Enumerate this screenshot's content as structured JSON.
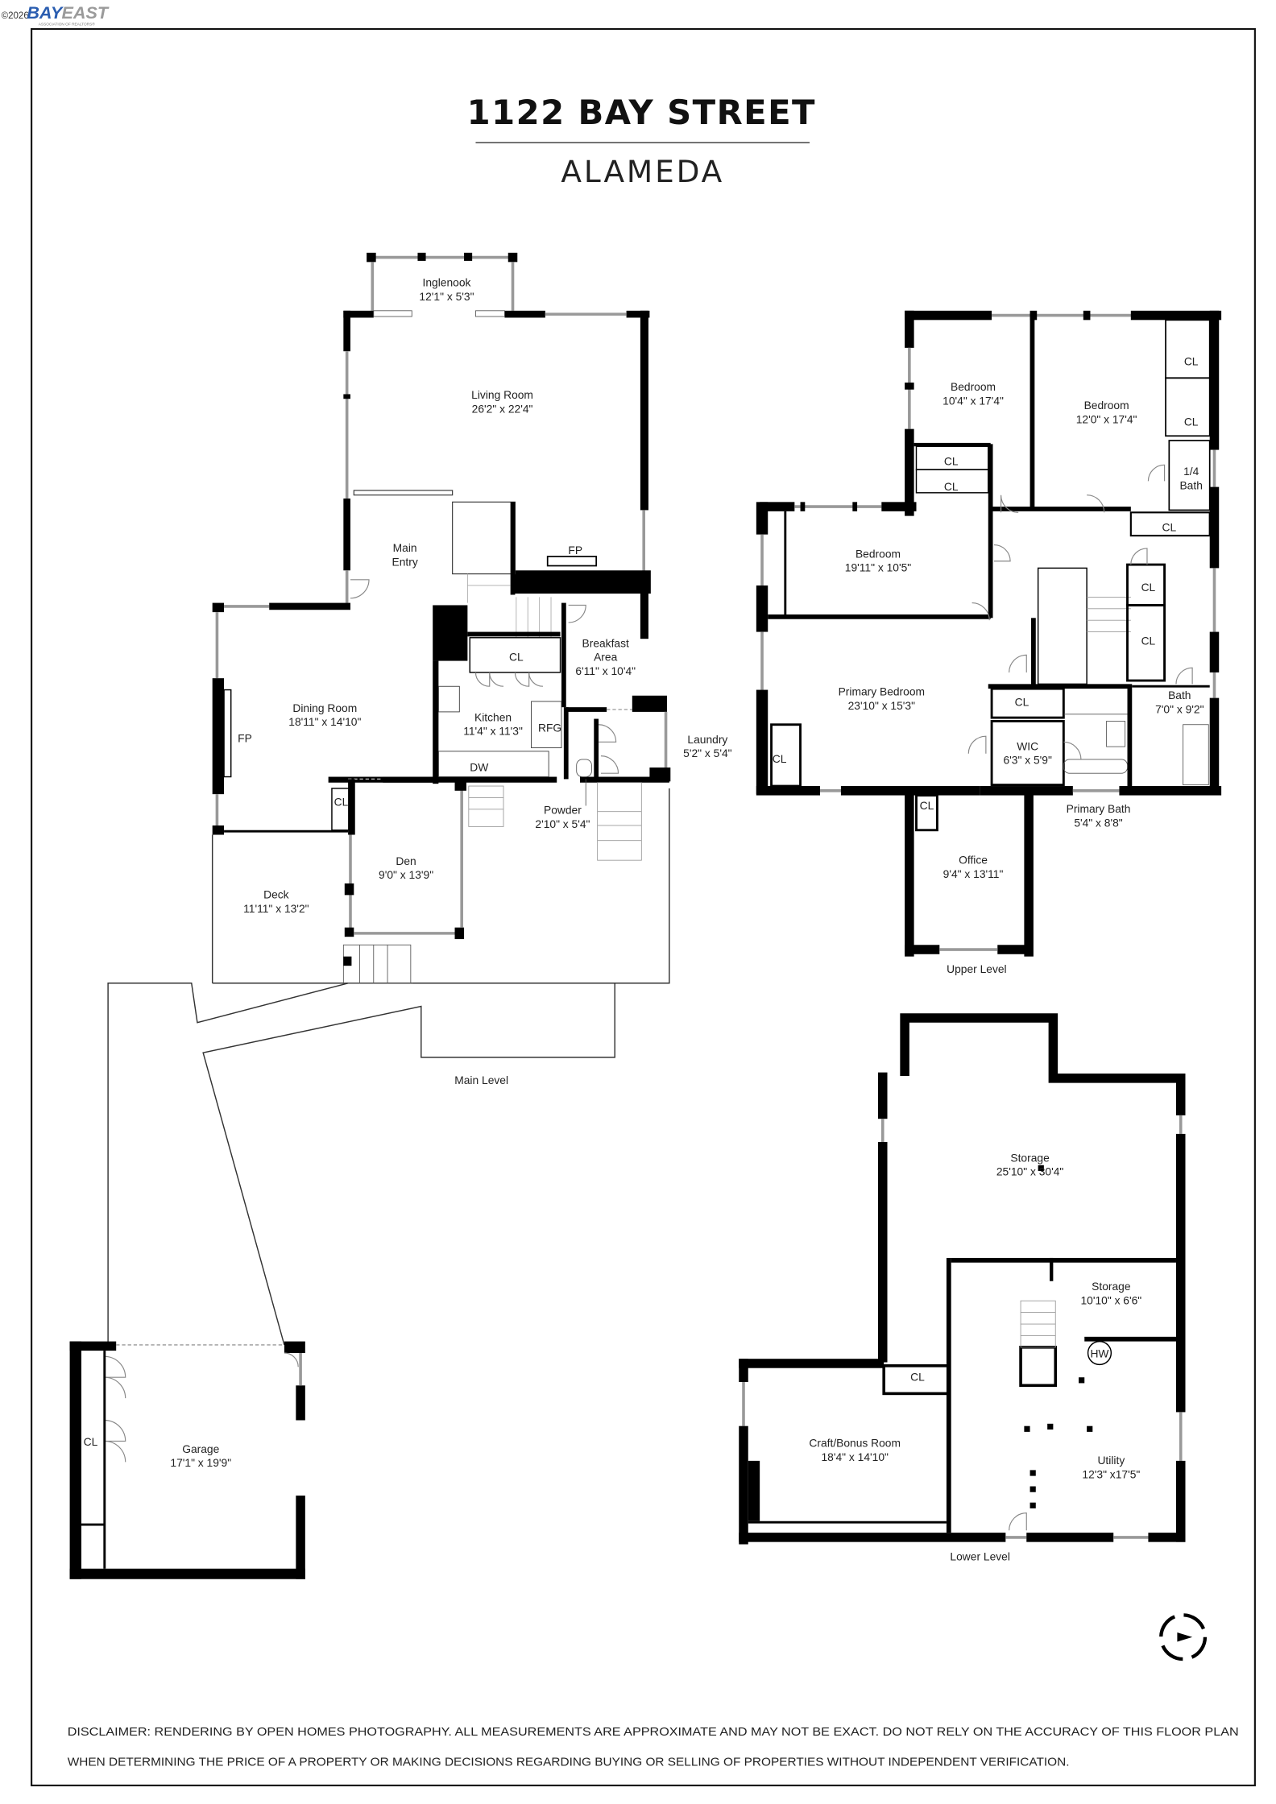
{
  "copyright": "©2026",
  "logo": {
    "text_blue": "BAY",
    "text_gray": "EAST",
    "tagline": "ASSOCIATION OF REALTORS®"
  },
  "title": "1122 BAY STREET",
  "city": "ALAMEDA",
  "main_level": {
    "label": "Main Level",
    "rooms": [
      {
        "name": "Inglenook",
        "dims": "12'1\" x 5'3\""
      },
      {
        "name": "Living Room",
        "dims": "26'2\" x 22'4\""
      },
      {
        "name": "Main",
        "dims": "Entry"
      },
      {
        "name": "Breakfast",
        "dims": "Area",
        "extra": "6'11\" x 10'4\""
      },
      {
        "name": "Dining Room",
        "dims": "18'11\" x 14'10\""
      },
      {
        "name": "Kitchen",
        "dims": "11'4\" x 11'3\""
      },
      {
        "name": "Laundry",
        "dims": "5'2\" x 5'4\""
      },
      {
        "name": "Powder",
        "dims": "2'10\" x 5'4\""
      },
      {
        "name": "Den",
        "dims": "9'0\" x 13'9\""
      },
      {
        "name": "Deck",
        "dims": "11'11\" x 13'2\""
      },
      {
        "name": "Garage",
        "dims": "17'1\" x 19'9\""
      }
    ],
    "fixtures": [
      "FP",
      "FP",
      "CL",
      "RFG",
      "DW",
      "CL",
      "CL"
    ]
  },
  "upper_level": {
    "label": "Upper Level",
    "rooms": [
      {
        "name": "Bedroom",
        "dims": "10'4\" x 17'4\""
      },
      {
        "name": "Bedroom",
        "dims": "12'0\" x 17'4\""
      },
      {
        "name": "1/4",
        "dims": "Bath"
      },
      {
        "name": "Bedroom",
        "dims": "19'11\" x 10'5\""
      },
      {
        "name": "Primary Bedroom",
        "dims": "23'10\" x 15'3\""
      },
      {
        "name": "Bath",
        "dims": "7'0\" x 9'2\""
      },
      {
        "name": "WIC",
        "dims": "6'3\" x 5'9\""
      },
      {
        "name": "Primary Bath",
        "dims": "5'4\" x 8'8\""
      },
      {
        "name": "Office",
        "dims": "9'4\" x 13'11\""
      }
    ],
    "fixtures": [
      "CL",
      "CL",
      "CL",
      "CL",
      "CL",
      "CL",
      "CL",
      "CL",
      "CL",
      "CL"
    ]
  },
  "lower_level": {
    "label": "Lower Level",
    "rooms": [
      {
        "name": "Storage",
        "dims": "25'10\" x 30'4\""
      },
      {
        "name": "Storage",
        "dims": "10'10\" x 6'6\""
      },
      {
        "name": "Craft/Bonus Room",
        "dims": "18'4\" x 14'10\""
      },
      {
        "name": "Utility",
        "dims": "12'3\" x17'5\""
      }
    ],
    "fixtures": [
      "HW",
      "CL"
    ]
  },
  "disclaimer": [
    "DISCLAIMER: RENDERING BY OPEN HOMES PHOTOGRAPHY. ALL MEASUREMENTS ARE APPROXIMATE AND MAY NOT BE EXACT. DO NOT RELY ON THE ACCURACY OF THIS FLOOR PLAN",
    "WHEN DETERMINING THE PRICE OF A PROPERTY OR MAKING DECISIONS REGARDING BUYING OR SELLING OF PROPERTIES WITHOUT INDEPENDENT VERIFICATION."
  ],
  "colors": {
    "logo_blue": "#2a5db0",
    "logo_gray": "#9a9a9a",
    "walls": "#000000"
  }
}
